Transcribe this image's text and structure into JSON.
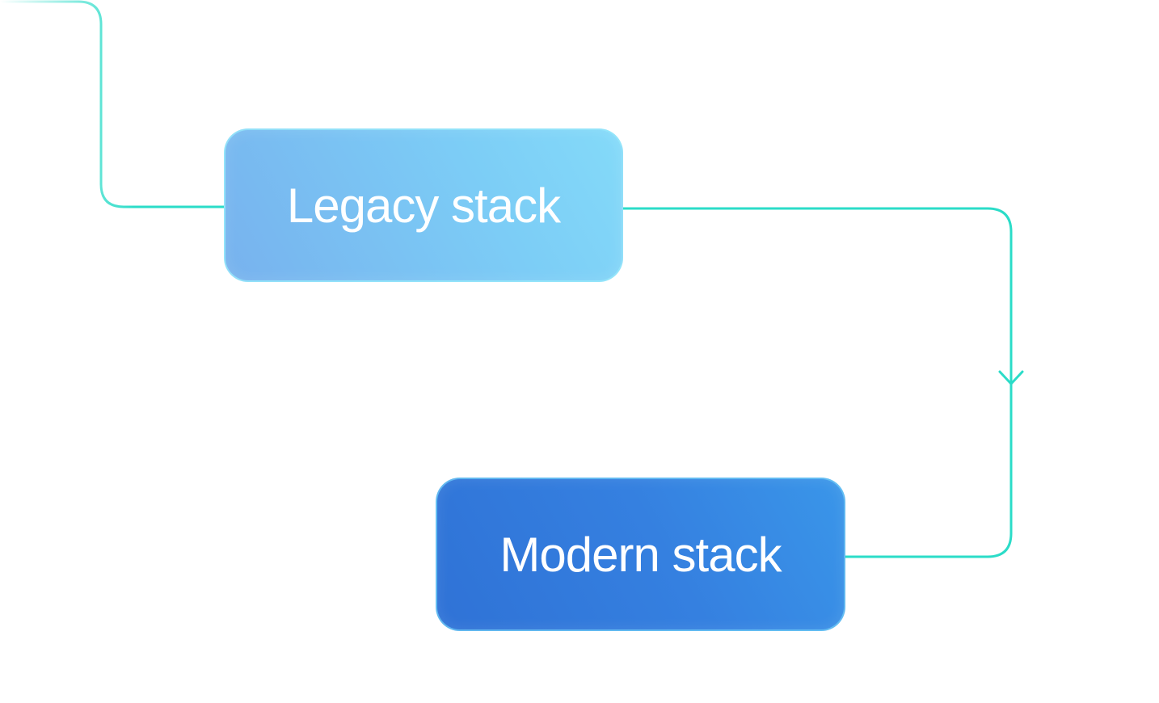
{
  "diagram": {
    "nodes": [
      {
        "id": "legacy",
        "label": "Legacy stack",
        "color": "#7cc4f4"
      },
      {
        "id": "modern",
        "label": "Modern stack",
        "color": "#347ddd"
      }
    ],
    "connector_color": "#2bdcc8"
  }
}
